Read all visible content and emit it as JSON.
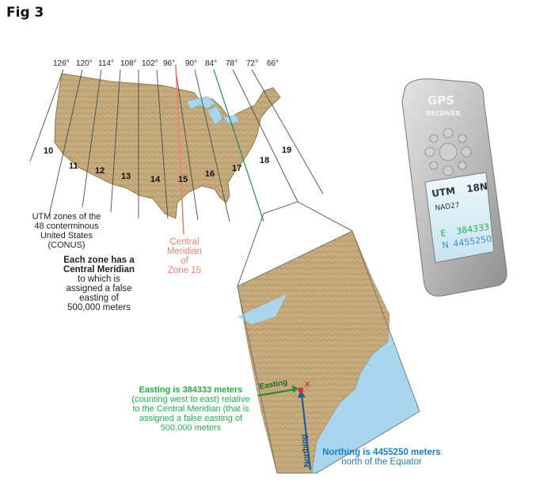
{
  "figure_title": "Fig 3",
  "longitudes": [
    "126°",
    "120°",
    "114°",
    "108°",
    "102°",
    "96°",
    "90°",
    "84°",
    "78°",
    "72°",
    "66°"
  ],
  "zones": [
    "10",
    "11",
    "12",
    "13",
    "14",
    "15",
    "16",
    "17",
    "18",
    "19"
  ],
  "conus_caption": [
    "UTM zones of the",
    "48 conterminous",
    "United States",
    "(CONUS)"
  ],
  "central_meridian_note": {
    "bold_lines": [
      "Each zone has a",
      "Central Meridian"
    ],
    "lines": [
      "to which is",
      "assigned a false",
      "easting of",
      "500,000 meters"
    ]
  },
  "central_meridian_label": [
    "Central",
    "Meridian",
    "of",
    "Zone 15"
  ],
  "gps": {
    "brand": "GPS",
    "model": "RECEIVER",
    "line1_left": "UTM",
    "line1_right": "18N",
    "datum": "NAD27",
    "e_label": "E",
    "e_value": "384333",
    "n_label": "N",
    "n_value": "4455250"
  },
  "arrows": {
    "easting": "Easting",
    "northing": "Northing",
    "point": "X"
  },
  "easting_note": {
    "title": "Easting is 384333 meters",
    "lines": [
      "(counting west to east) relative",
      "to the Central Meridian (that is",
      "assigned a false easting of",
      "500,000 meters"
    ]
  },
  "northing_note": {
    "title": "Northing is 4455250 meters",
    "line": "north of the Equator"
  },
  "colors": {
    "meridian_red": "#f08070",
    "easting_green": "#22b24c",
    "northing_blue": "#1f7fc8",
    "land": "#c9ae80",
    "water": "#a9d6ee"
  }
}
